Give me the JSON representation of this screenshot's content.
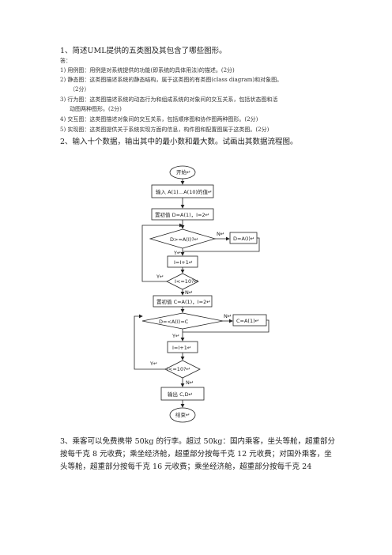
{
  "q1": {
    "title": "1、简述UML提供的五类图及其包含了哪些图形。",
    "answer_label": "答：",
    "items": [
      "1) 用例图：用例是对系统提供的功能(即系统的具体用法)的描述。(2分)",
      "2) 静态图：这类图描述系统的静态结构，属于这类图的有类图(class diagram)和对象图。",
      "（2分）",
      "3) 行为图：这类图描述系统的动态行为和组成系统的对象间的交互关系，包括状态图和活",
      "动图两种图形。(2分)",
      "4) 交互图：这类图描述对象间的交互关系，包括顺序图和协作图两种图形。(2分)",
      "5) 实现图：这类图提供关于系统实现方面的信息，构件图和配置图属于这类图。(2分)"
    ]
  },
  "q2": {
    "title": "2、输入十个数据，输出其中的最小数和最大数。试画出其数据流程图。",
    "flowchart": {
      "start": "开始↵",
      "input": "输入 A(1)…A(10)的值↵",
      "init_d": "置初值 D=A(1)，I=2↵",
      "cond_max": "D>=A(I)?↵",
      "assign_d": "D=A(I)↵",
      "inc1": "I=I+1↵",
      "cond_loop1": "I<=10?↵",
      "init_c": "置初值 C=A(1)，I=2↵",
      "cond_min": "D=<A(I)=C",
      "assign_c": "C=A(1)↵",
      "inc2": "I=I+1↵",
      "cond_loop2": "I<=10?↵",
      "output": "输出 C,D↵",
      "end": "结束↵",
      "yes": "Y↵",
      "no": "N↵"
    }
  },
  "q3": {
    "text": "3、乘客可以免费携带 50kg 的行李。超过 50kg：国内乘客，坐头等舱，超重部分按每千克 8 元收费；乘坐经济舱，超重部分按每千克 12 元收费；对国外乘客，坐头等舱，超重部分按每千克 16 元收费；乘坐经济舱，超重部分按每千克 24"
  }
}
